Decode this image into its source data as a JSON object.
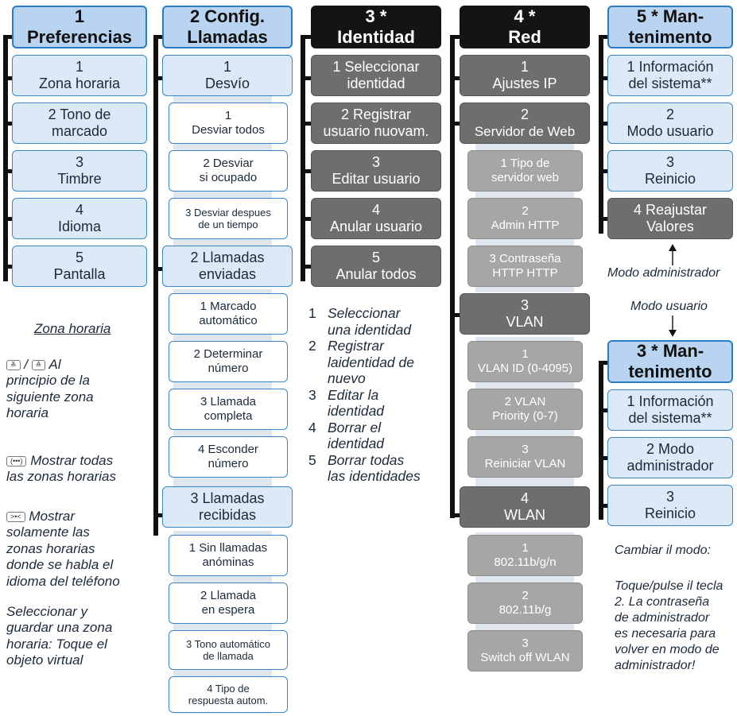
{
  "col1": {
    "header": [
      "1",
      "Preferencias"
    ],
    "items": [
      [
        "1",
        "Zona horaria"
      ],
      [
        "2  Tono de",
        "marcado"
      ],
      [
        "3",
        "Timbre"
      ],
      [
        "4",
        "Idioma"
      ],
      [
        "5",
        "Pantalla"
      ]
    ]
  },
  "col2": {
    "header": [
      "2  Config.",
      "Llamadas"
    ],
    "groups": [
      {
        "title": [
          "1",
          "Desvío"
        ],
        "items": [
          [
            "1",
            "Desviar todos"
          ],
          [
            "2  Desviar",
            "si ocupado"
          ],
          [
            "3  Desviar despues",
            "de un tiempo"
          ]
        ]
      },
      {
        "title": [
          "2  Llamadas",
          "enviadas"
        ],
        "items": [
          [
            "1  Marcado",
            "automático"
          ],
          [
            "2  Determinar",
            "número"
          ],
          [
            "3  Llamada",
            "completa"
          ],
          [
            "4  Esconder",
            "número"
          ]
        ]
      },
      {
        "title": [
          "3  Llamadas",
          "recibidas"
        ],
        "items": [
          [
            "1    Sin llamadas",
            "anóminas"
          ],
          [
            "2      Llamada",
            "en espera"
          ],
          [
            "3    Tono automático",
            "de llamada"
          ],
          [
            "4   Tipo de",
            "respuesta autom."
          ]
        ]
      }
    ]
  },
  "col3": {
    "header": [
      "3 *",
      "Identidad"
    ],
    "items": [
      [
        "1    Seleccionar",
        "identidad"
      ],
      [
        "2  Registrar",
        "usuario nuovam."
      ],
      [
        "3",
        "Editar usuario"
      ],
      [
        "4",
        "Anular usuario"
      ],
      [
        "5",
        "Anular todos"
      ]
    ],
    "legend": [
      [
        "1",
        "Seleccionar",
        "una identidad"
      ],
      [
        "2",
        "Registrar",
        "laidentidad de",
        "nuevo"
      ],
      [
        "3",
        "Editar la",
        "identidad"
      ],
      [
        "4",
        "Borrar el",
        "identidad"
      ],
      [
        "5",
        "Borrar todas",
        "las identidades"
      ]
    ]
  },
  "col4": {
    "header": [
      "4 *",
      "Red"
    ],
    "groups": [
      {
        "title": [
          "1",
          "Ajustes IP"
        ],
        "items": []
      },
      {
        "title": [
          "2",
          "Servidor de Web"
        ],
        "items": [
          [
            "1 Tipo de",
            "servidor web"
          ],
          [
            "2",
            "Admin HTTP"
          ],
          [
            "3 Contraseña",
            "HTTP HTTP"
          ]
        ]
      },
      {
        "title": [
          "3",
          "VLAN"
        ],
        "items": [
          [
            "1",
            "VLAN ID (0-4095)"
          ],
          [
            "2  VLAN",
            "Priority (0-7)"
          ],
          [
            "3",
            "Reiniciar VLAN"
          ]
        ]
      },
      {
        "title": [
          "4",
          "WLAN"
        ],
        "items": [
          [
            "1",
            "802.11b/g/n"
          ],
          [
            "2",
            "802.11b/g"
          ],
          [
            "3",
            "Switch off WLAN"
          ]
        ]
      }
    ]
  },
  "col5a": {
    "header": [
      "5 *  Man-",
      "tenimento"
    ],
    "items": [
      [
        "1 Información",
        "del sistema**"
      ],
      [
        "2",
        "Modo usuario"
      ],
      [
        "3",
        "Reinicio"
      ]
    ],
    "dark_item": [
      "4   Reajustar",
      "Valores"
    ],
    "label_admin": "Modo administrador",
    "label_user": "Modo usuario"
  },
  "col5b": {
    "header": [
      "3 *  Man-",
      "tenimento"
    ],
    "items": [
      [
        "1 Información",
        "del sistema**"
      ],
      [
        "2   Modo",
        "administrador"
      ],
      [
        "3",
        "Reinicio"
      ]
    ],
    "note_title": "Cambiar il modo:",
    "note_body": [
      "Toque/pulse il tecla",
      "2.  La contraseña",
      "de administrador",
      "es necesaria para",
      "volver en modo de",
      "administrador!"
    ]
  },
  "notes": {
    "zona_title": "Zona horaria",
    "key_updown": [
      "≚",
      "≙"
    ],
    "note1": [
      "/ ",
      " Al",
      "principio de la",
      "siguiente zona",
      "horaria"
    ],
    "key_all": "(•••)",
    "note2": [
      "Mostrar todas",
      "las zonas horarias"
    ],
    "key_lang": ">•<",
    "note3": [
      "Mostrar",
      "solamente las",
      "zonas horarias",
      "donde se habla el",
      "idioma del teléfono"
    ],
    "note4": [
      "Seleccionar y",
      "guardar una zona",
      "horaria: Toque el",
      "objeto virtual"
    ]
  }
}
